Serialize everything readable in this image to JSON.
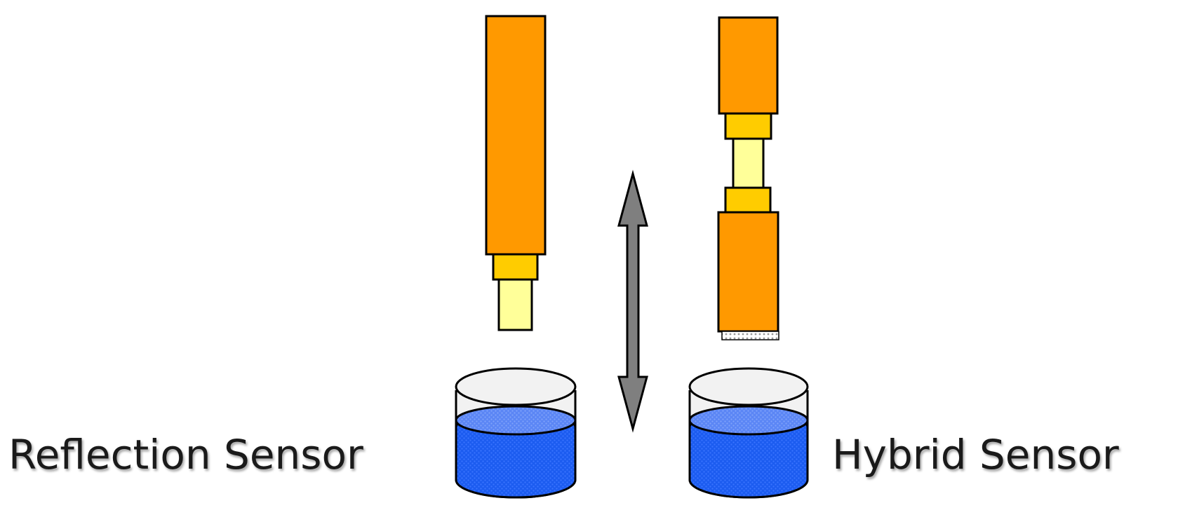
{
  "labels": {
    "left": "Reflection Sensor",
    "right": "Hybrid Sensor"
  },
  "colors": {
    "probe_body": "#ff9900",
    "probe_collar": "#ffcc00",
    "probe_tip": "#ffff99",
    "outline": "#000000",
    "liquid": "#1c5cf0",
    "liquid_surface": "#5b86f5",
    "beaker_top": "#f2f2f2",
    "arrow": "#7f7f7f"
  },
  "icons": {
    "arrow": "double-headed-vertical-arrow",
    "container": "beaker-with-liquid"
  }
}
